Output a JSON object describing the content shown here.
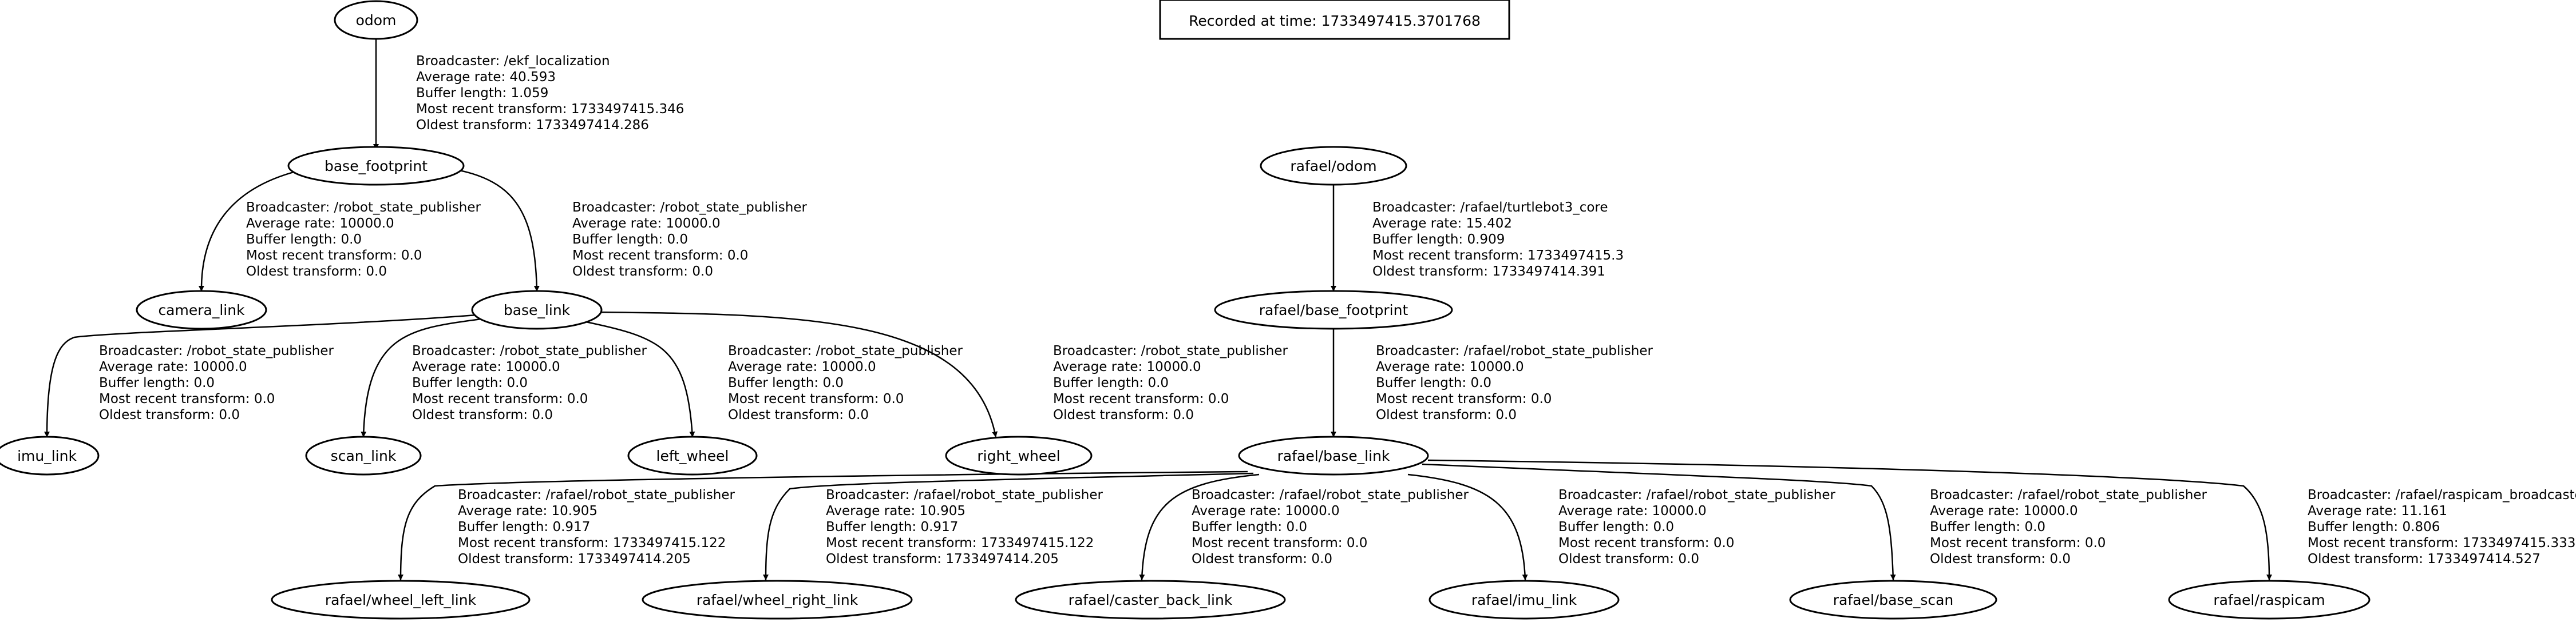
{
  "recorded_time": "Recorded at time: 1733497415.3701768",
  "nodes": {
    "odom": "odom",
    "base_footprint": "base_footprint",
    "camera_link": "camera_link",
    "base_link": "base_link",
    "imu_link": "imu_link",
    "scan_link": "scan_link",
    "left_wheel": "left_wheel",
    "right_wheel": "right_wheel",
    "rafael_odom": "rafael/odom",
    "rafael_base_footprint": "rafael/base_footprint",
    "rafael_base_link": "rafael/base_link",
    "rafael_wheel_left_link": "rafael/wheel_left_link",
    "rafael_wheel_right_link": "rafael/wheel_right_link",
    "rafael_caster_back_link": "rafael/caster_back_link",
    "rafael_imu_link": "rafael/imu_link",
    "rafael_base_scan": "rafael/base_scan",
    "rafael_raspicam": "rafael/raspicam"
  },
  "edges": {
    "odom_to_base_footprint": [
      "Broadcaster: /ekf_localization",
      "Average rate: 40.593",
      "Buffer length: 1.059",
      "Most recent transform: 1733497415.346",
      "Oldest transform: 1733497414.286"
    ],
    "base_footprint_to_camera_link": [
      "Broadcaster: /robot_state_publisher",
      "Average rate: 10000.0",
      "Buffer length: 0.0",
      "Most recent transform: 0.0",
      "Oldest transform: 0.0"
    ],
    "base_footprint_to_base_link": [
      "Broadcaster: /robot_state_publisher",
      "Average rate: 10000.0",
      "Buffer length: 0.0",
      "Most recent transform: 0.0",
      "Oldest transform: 0.0"
    ],
    "base_link_to_imu_link": [
      "Broadcaster: /robot_state_publisher",
      "Average rate: 10000.0",
      "Buffer length: 0.0",
      "Most recent transform: 0.0",
      "Oldest transform: 0.0"
    ],
    "base_link_to_scan_link": [
      "Broadcaster: /robot_state_publisher",
      "Average rate: 10000.0",
      "Buffer length: 0.0",
      "Most recent transform: 0.0",
      "Oldest transform: 0.0"
    ],
    "base_link_to_left_wheel": [
      "Broadcaster: /robot_state_publisher",
      "Average rate: 10000.0",
      "Buffer length: 0.0",
      "Most recent transform: 0.0",
      "Oldest transform: 0.0"
    ],
    "base_link_to_right_wheel": [
      "Broadcaster: /robot_state_publisher",
      "Average rate: 10000.0",
      "Buffer length: 0.0",
      "Most recent transform: 0.0",
      "Oldest transform: 0.0"
    ],
    "rafael_odom_to_base_footprint": [
      "Broadcaster: /rafael/turtlebot3_core",
      "Average rate: 15.402",
      "Buffer length: 0.909",
      "Most recent transform: 1733497415.3",
      "Oldest transform: 1733497414.391"
    ],
    "rafael_base_footprint_to_base_link": [
      "Broadcaster: /rafael/robot_state_publisher",
      "Average rate: 10000.0",
      "Buffer length: 0.0",
      "Most recent transform: 0.0",
      "Oldest transform: 0.0"
    ],
    "rafael_base_link_to_wheel_left_link": [
      "Broadcaster: /rafael/robot_state_publisher",
      "Average rate: 10.905",
      "Buffer length: 0.917",
      "Most recent transform: 1733497415.122",
      "Oldest transform: 1733497414.205"
    ],
    "rafael_base_link_to_wheel_right_link": [
      "Broadcaster: /rafael/robot_state_publisher",
      "Average rate: 10.905",
      "Buffer length: 0.917",
      "Most recent transform: 1733497415.122",
      "Oldest transform: 1733497414.205"
    ],
    "rafael_base_link_to_caster_back_link": [
      "Broadcaster: /rafael/robot_state_publisher",
      "Average rate: 10000.0",
      "Buffer length: 0.0",
      "Most recent transform: 0.0",
      "Oldest transform: 0.0"
    ],
    "rafael_base_link_to_imu_link": [
      "Broadcaster: /rafael/robot_state_publisher",
      "Average rate: 10000.0",
      "Buffer length: 0.0",
      "Most recent transform: 0.0",
      "Oldest transform: 0.0"
    ],
    "rafael_base_link_to_base_scan": [
      "Broadcaster: /rafael/robot_state_publisher",
      "Average rate: 10000.0",
      "Buffer length: 0.0",
      "Most recent transform: 0.0",
      "Oldest transform: 0.0"
    ],
    "rafael_base_link_to_raspicam": [
      "Broadcaster: /rafael/raspicam_broadcaster",
      "Average rate: 11.161",
      "Buffer length: 0.806",
      "Most recent transform: 1733497415.333",
      "Oldest transform: 1733497414.527"
    ]
  }
}
